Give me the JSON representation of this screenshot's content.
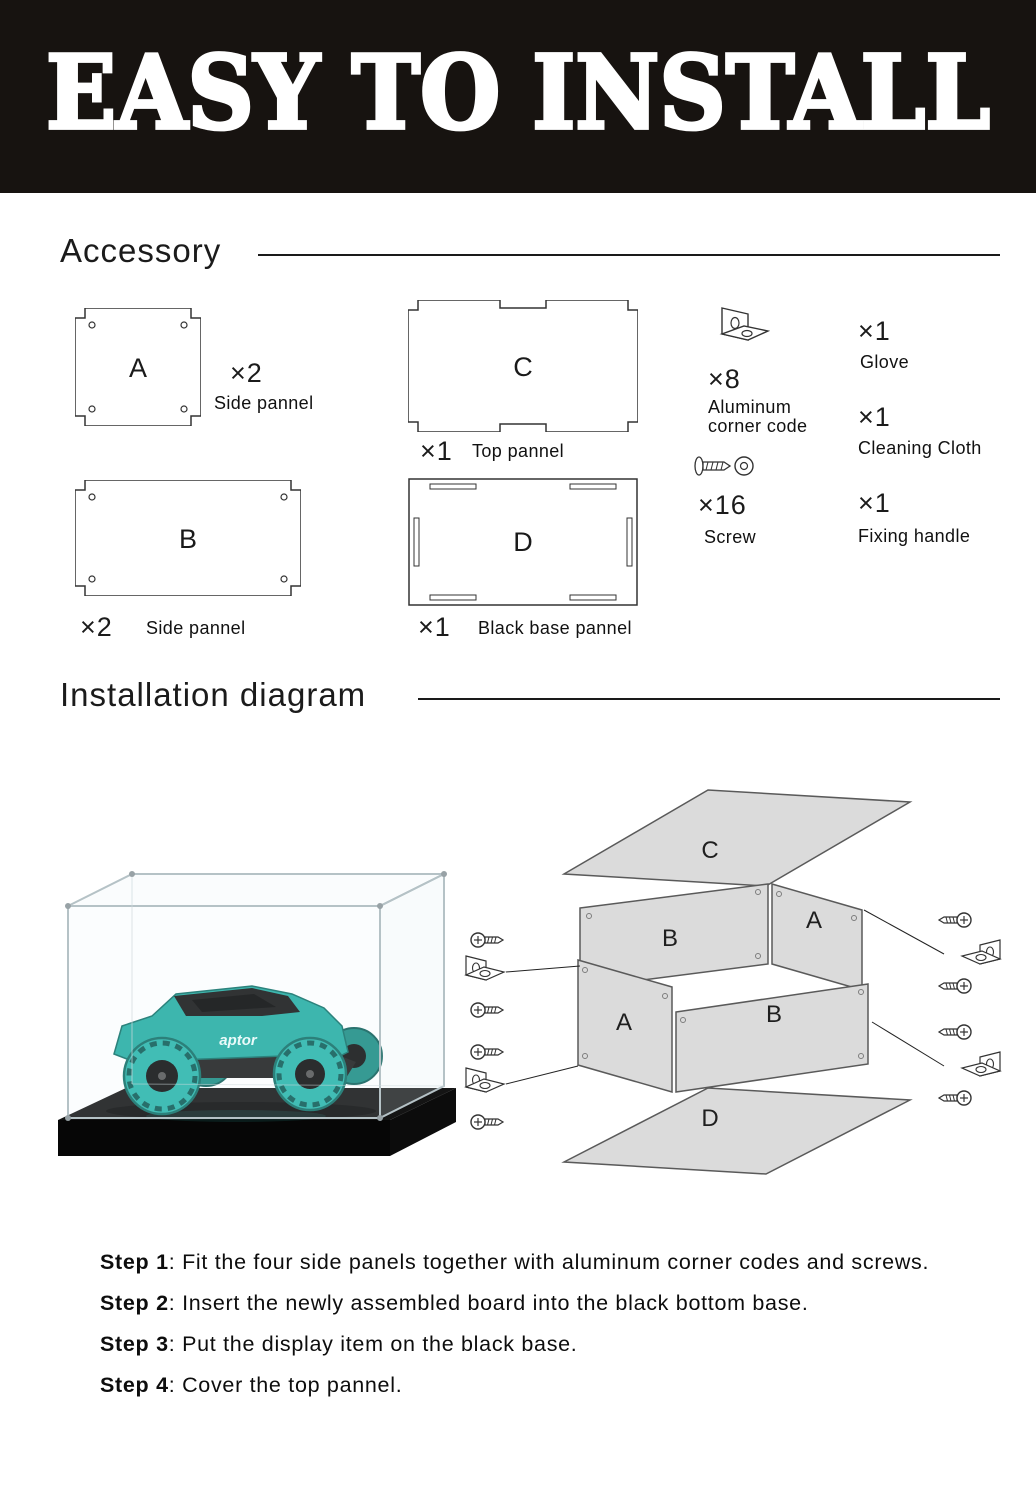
{
  "header": {
    "title": "EASY TO INSTALL"
  },
  "sections": {
    "accessory_title": "Accessory",
    "installation_title": "Installation diagram"
  },
  "accessory": {
    "panelA": {
      "letter": "A",
      "qty": "×2",
      "label": "Side pannel"
    },
    "panelC": {
      "letter": "C",
      "qty": "×1",
      "label": "Top pannel"
    },
    "panelB": {
      "letter": "B",
      "qty": "×2",
      "label": "Side pannel"
    },
    "panelD": {
      "letter": "D",
      "qty": "×1",
      "label": "Black base pannel"
    },
    "corner": {
      "qty": "×8",
      "label_line1": "Aluminum",
      "label_line2": "corner code"
    },
    "screw": {
      "qty": "×16",
      "label": "Screw"
    },
    "glove": {
      "qty": "×1",
      "label": "Glove"
    },
    "cloth": {
      "qty": "×1",
      "label": "Cleaning Cloth"
    },
    "handle": {
      "qty": "×1",
      "label": "Fixing handle"
    }
  },
  "installation": {
    "exploded": {
      "top": "C",
      "back": "B",
      "right_back": "A",
      "left_front": "A",
      "front": "B",
      "bottom": "D"
    },
    "photo": {
      "truck_decal": "aptor"
    }
  },
  "steps": [
    {
      "label": "Step 1",
      "text": ": Fit the four side panels together with aluminum corner codes and screws."
    },
    {
      "label": "Step 2",
      "text": ": Insert the newly assembled board into the black bottom base."
    },
    {
      "label": "Step 3",
      "text": ": Put the display item on the black base."
    },
    {
      "label": "Step 4",
      "text": ": Cover the top pannel."
    }
  ],
  "colors": {
    "header_bg": "#171310",
    "panel_gray": "#dbdbdb",
    "truck_teal": "#22ada2",
    "base_black": "#0d0d0d"
  }
}
